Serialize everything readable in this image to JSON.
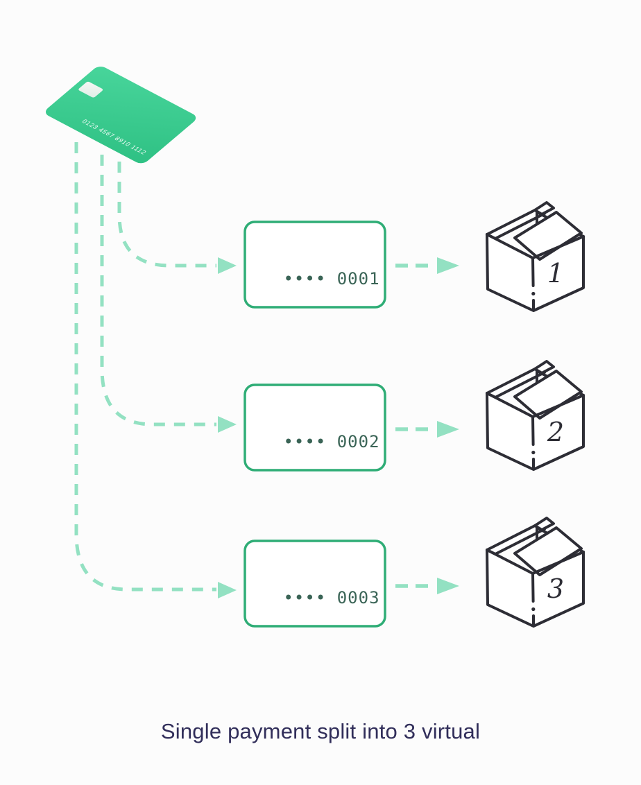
{
  "illustration": {
    "physical_card": {
      "number": "0123 4567 8910 1112"
    },
    "virtual_cards": [
      {
        "masked_number": "•••• 0001"
      },
      {
        "masked_number": "•••• 0002"
      },
      {
        "masked_number": "•••• 0003"
      }
    ],
    "boxes": [
      {
        "number": "1"
      },
      {
        "number": "2"
      },
      {
        "number": "3"
      }
    ],
    "caption": "Single payment split into 3 virtual",
    "colors": {
      "card_gradient_start": "#48d59b",
      "card_gradient_end": "#30c285",
      "dashed_arrow": "#93e1c2",
      "virtual_card_border": "#2fad76",
      "masked_digits": "#3a6456",
      "box_outline": "#2d2d35",
      "caption_text": "#312e5a",
      "background": "#fcfcfc"
    }
  }
}
